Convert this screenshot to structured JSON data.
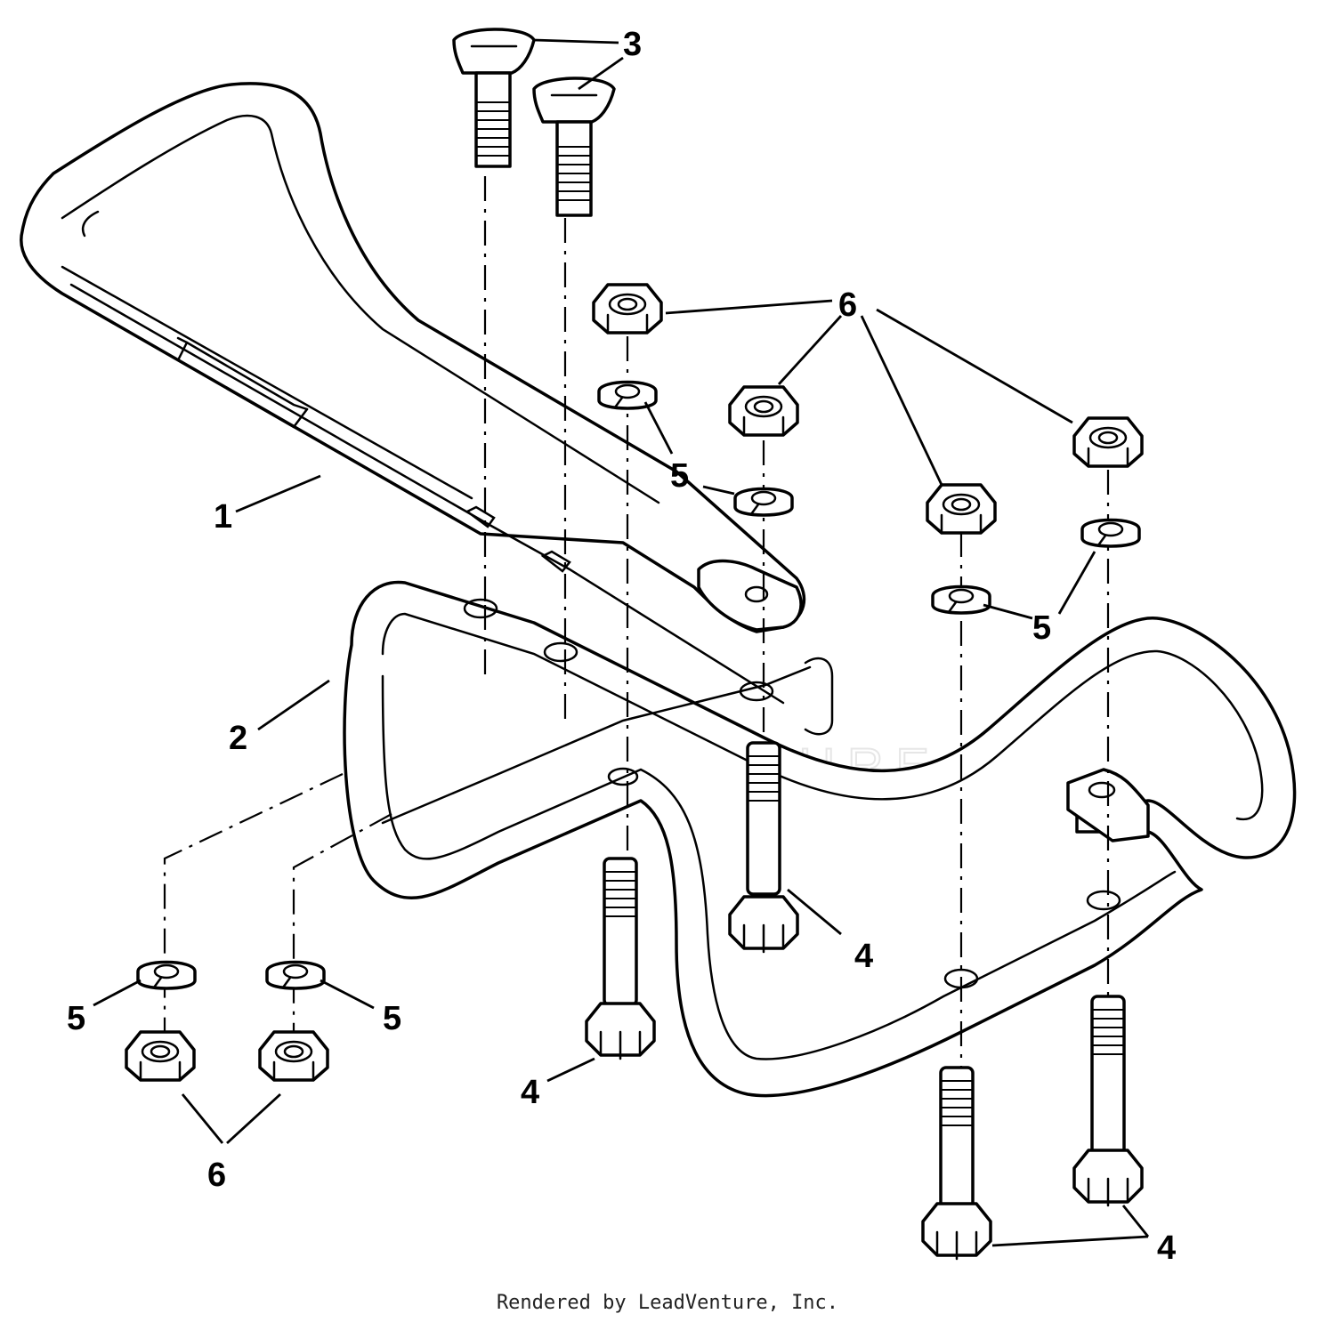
{
  "diagram": {
    "callouts": {
      "c1": "1",
      "c2": "2",
      "c3": "3",
      "c4a": "4",
      "c4b": "4",
      "c4c": "4",
      "c5a": "5",
      "c5b": "5",
      "c5c": "5",
      "c5d": "5",
      "c6a": "6",
      "c6b": "6"
    },
    "watermark": "LEADVENTURE"
  },
  "footer": {
    "credit": "Rendered by LeadVenture, Inc."
  }
}
